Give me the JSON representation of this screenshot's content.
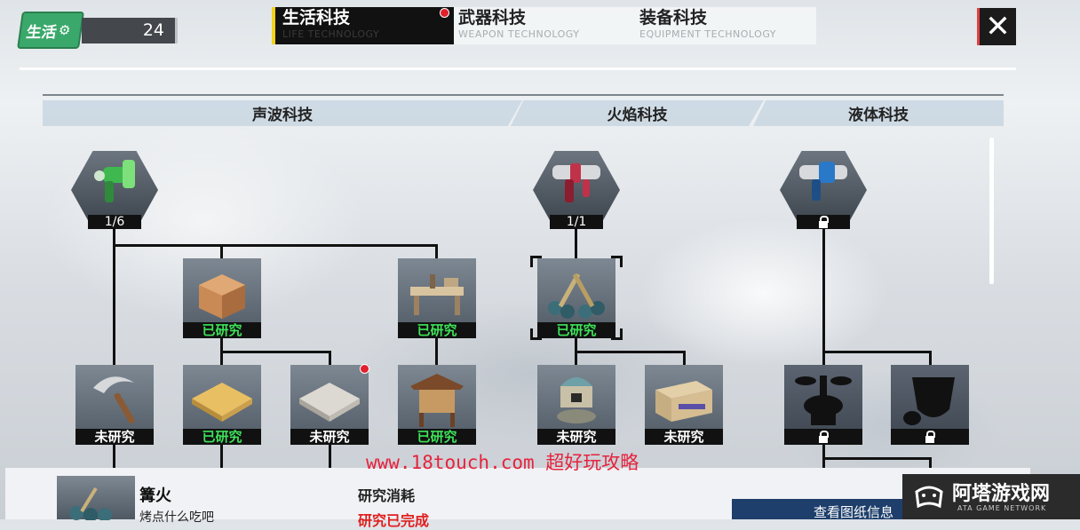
{
  "header": {
    "badge_label": "生活",
    "count": "24",
    "close_label": "✕"
  },
  "tabs": [
    {
      "cn": "生活科技",
      "en": "LIFE TECHNOLOGY",
      "active": true,
      "dot": true
    },
    {
      "cn": "武器科技",
      "en": "WEAPON TECHNOLOGY",
      "active": false
    },
    {
      "cn": "装备科技",
      "en": "EQUIPMENT TECHNOLOGY",
      "active": false
    }
  ],
  "categories": [
    "声波科技",
    "火焰科技",
    "液体科技"
  ],
  "roots": [
    {
      "name": "sonic-gun",
      "progress": "1/6",
      "color": "#3fb84f"
    },
    {
      "name": "flame-gun",
      "progress": "1/1",
      "color": "#c0324a"
    },
    {
      "name": "liquid-gun",
      "locked": true,
      "color": "#2a78c8"
    }
  ],
  "tiles": {
    "sonic_l2": [
      {
        "name": "wood-block",
        "status": "已研究",
        "state": "done"
      },
      {
        "name": "workbench",
        "status": "已研究",
        "state": "done"
      }
    ],
    "sonic_l3": [
      {
        "name": "sickle",
        "status": "未研究",
        "state": "todo"
      },
      {
        "name": "wood-floor",
        "status": "已研究",
        "state": "done"
      },
      {
        "name": "stone-floor",
        "status": "未研究",
        "state": "todo"
      },
      {
        "name": "notice-board",
        "status": "已研究",
        "state": "done"
      }
    ],
    "flame_l2": [
      {
        "name": "bonfire",
        "status": "已研究",
        "state": "done"
      }
    ],
    "flame_l3": [
      {
        "name": "stove",
        "status": "未研究",
        "state": "todo"
      },
      {
        "name": "chest",
        "status": "未研究",
        "state": "todo"
      }
    ],
    "liquid_l3": [
      {
        "name": "locked-fountain",
        "locked": true
      },
      {
        "name": "locked-pot",
        "locked": true
      }
    ]
  },
  "detail": {
    "title": "篝火",
    "subtitle": "烤点什么吃吧",
    "cost_label": "研究消耗",
    "status": "研究已完成",
    "button": "查看图纸信息"
  },
  "watermark": "www.18touch.com 超好玩攻略",
  "logo": {
    "title": "阿塔游戏网",
    "sub": "ATA GAME NETWORK"
  }
}
